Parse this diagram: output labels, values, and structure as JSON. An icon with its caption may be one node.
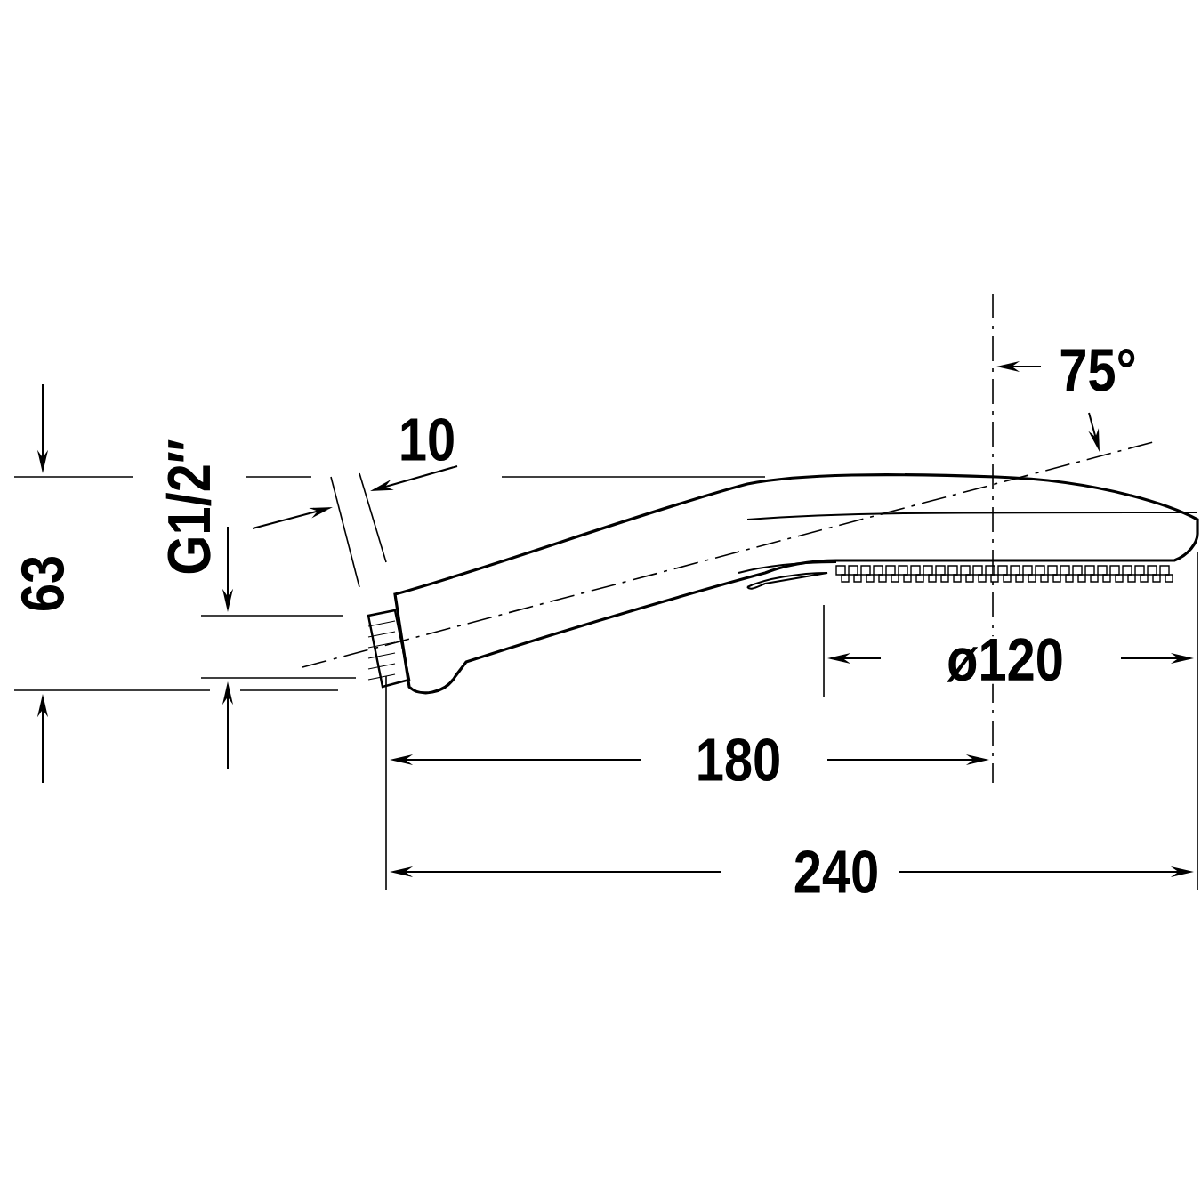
{
  "diagram": {
    "labels": [
      "63",
      "G1/2″",
      "10",
      "75°",
      "ø120",
      "180",
      "240"
    ]
  }
}
